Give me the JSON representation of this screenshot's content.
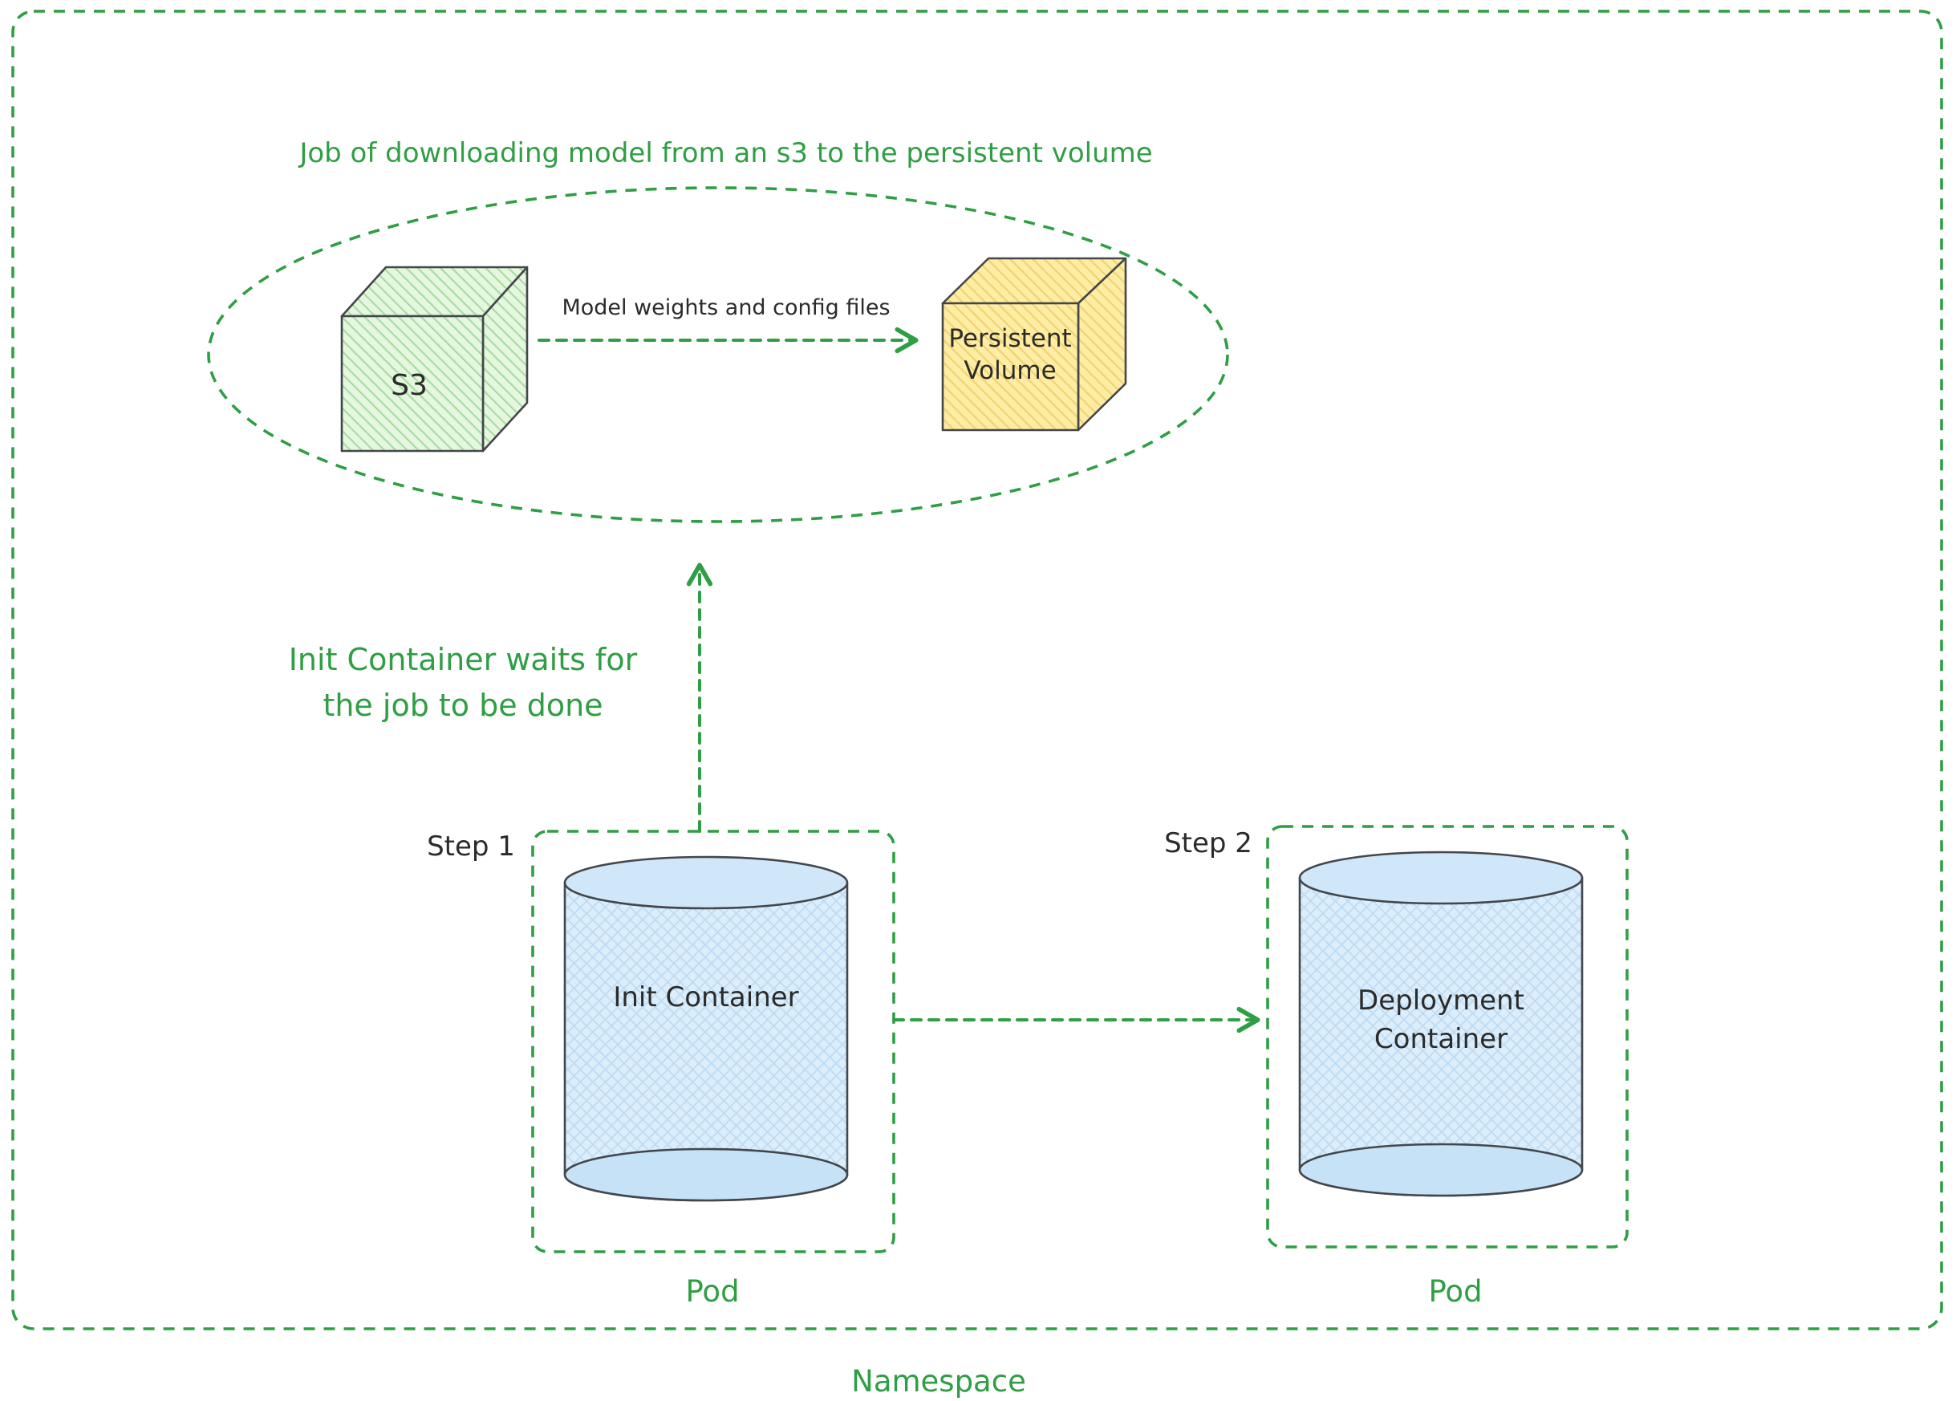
{
  "namespace": {
    "label": "Namespace"
  },
  "job_ellipse": {
    "title": "Job of downloading model from an s3 to the persistent volume",
    "s3": {
      "label": "S3"
    },
    "transfer_arrow": {
      "label": "Model weights and config files"
    },
    "persistent_volume": {
      "label_line1": "Persistent",
      "label_line2": "Volume"
    }
  },
  "wait_arrow": {
    "label_line1": "Init Container waits for",
    "label_line2": "the job to be done"
  },
  "pod_step1": {
    "step_label": "Step 1",
    "container_label": "Init Container",
    "pod_label": "Pod"
  },
  "pod_step2": {
    "step_label": "Step 2",
    "container_label_line1": "Deployment",
    "container_label_line2": "Container",
    "pod_label": "Pod"
  },
  "colors": {
    "stroke_green": "#2f9e44",
    "text_dark": "#2b2b2b",
    "s3_fill": "#e6f7df",
    "persistent_volume_fill": "#ffeda3",
    "container_fill": "#dceefb",
    "outline_ink": "#43464b",
    "background": "#ffffff"
  }
}
